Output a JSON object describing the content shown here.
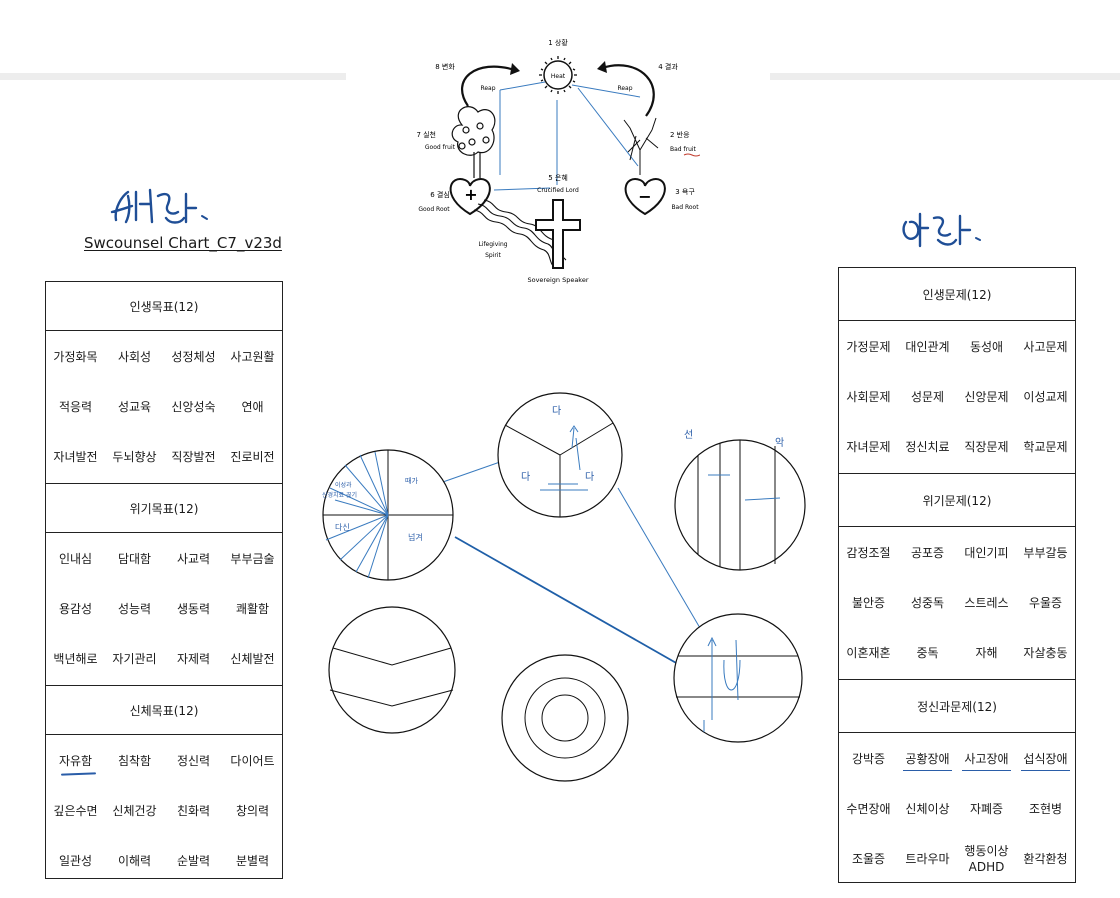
{
  "header": {
    "left_handwriting": "선한 ",
    "right_handwriting": "악한 ",
    "chart_title": "Swcounsel Chart_C7_v23d"
  },
  "diagram": {
    "sun": {
      "number_label": "1 상황",
      "label": "Heat"
    },
    "change": "8 변화",
    "result": "4 결과",
    "reap_left": "Reap",
    "reap_right": "Reap",
    "practice": "7 실천",
    "good_fruit": "Good fruit",
    "reaction": "2 반응",
    "bad_fruit": "Bad fruit",
    "grace": "5 은혜",
    "crucified": "Crucified Lord",
    "resolve": "6 결심",
    "good_root": "Good Root",
    "desire": "3 욕구",
    "bad_root": "Bad Root",
    "plus_sign": "+",
    "minus_sign": "−",
    "lifegiving_1": "Lifegiving",
    "lifegiving_2": "Spirit",
    "sovereign": "Sovereign Speaker"
  },
  "left_table": {
    "sections": [
      {
        "title": "인생목표(12)",
        "items": [
          "가정화목",
          "사회성",
          "성정체성",
          "사고원활",
          "적응력",
          "성교육",
          "신앙성숙",
          "연애",
          "자녀발전",
          "두뇌향상",
          "직장발전",
          "진로비전"
        ]
      },
      {
        "title": "위기목표(12)",
        "items": [
          "인내심",
          "담대함",
          "사교력",
          "부부금술",
          "용감성",
          "성능력",
          "생동력",
          "쾌활함",
          "백년해로",
          "자기관리",
          "자제력",
          "신체발전"
        ]
      },
      {
        "title": "신체목표(12)",
        "items": [
          "자유함",
          "침착함",
          "정신력",
          "다이어트",
          "깊은수면",
          "신체건강",
          "친화력",
          "창의력",
          "일관성",
          "이해력",
          "순발력",
          "분별력"
        ]
      }
    ]
  },
  "right_table": {
    "sections": [
      {
        "title": "인생문제(12)",
        "items": [
          "가정문제",
          "대인관계",
          "동성애",
          "사고문제",
          "사회문제",
          "성문제",
          "신앙문제",
          "이성교제",
          "자녀문제",
          "정신치료",
          "직장문제",
          "학교문제"
        ]
      },
      {
        "title": "위기문제(12)",
        "items": [
          "감정조절",
          "공포증",
          "대인기피",
          "부부갈등",
          "불안증",
          "성중독",
          "스트레스",
          "우울증",
          "이혼재혼",
          "중독",
          "자해",
          "자살충동"
        ]
      },
      {
        "title": "정신과문제(12)",
        "items": [
          "강박증",
          "공황장애",
          "사고장애",
          "섭식장애",
          "수면장애",
          "신체이상",
          "자폐증",
          "조현병",
          "조울증",
          "트라우마",
          "행동이상\nADHD",
          "환각환청"
        ]
      }
    ]
  },
  "annotations": {
    "pie_a": "이성과\n신경치료 끊기",
    "pie_b": "때가",
    "pie_c": "다신",
    "pie_d": "넘겨",
    "tri_top": "다",
    "tri_left": "다",
    "tri_right": "다",
    "vert_left": "선",
    "vert_right": "악"
  },
  "colors": {
    "ink": "#1a1a1a",
    "annotation_blue": "#2a5da8",
    "connector_blue": "#3a7bbf",
    "topbar": "#ededed"
  }
}
